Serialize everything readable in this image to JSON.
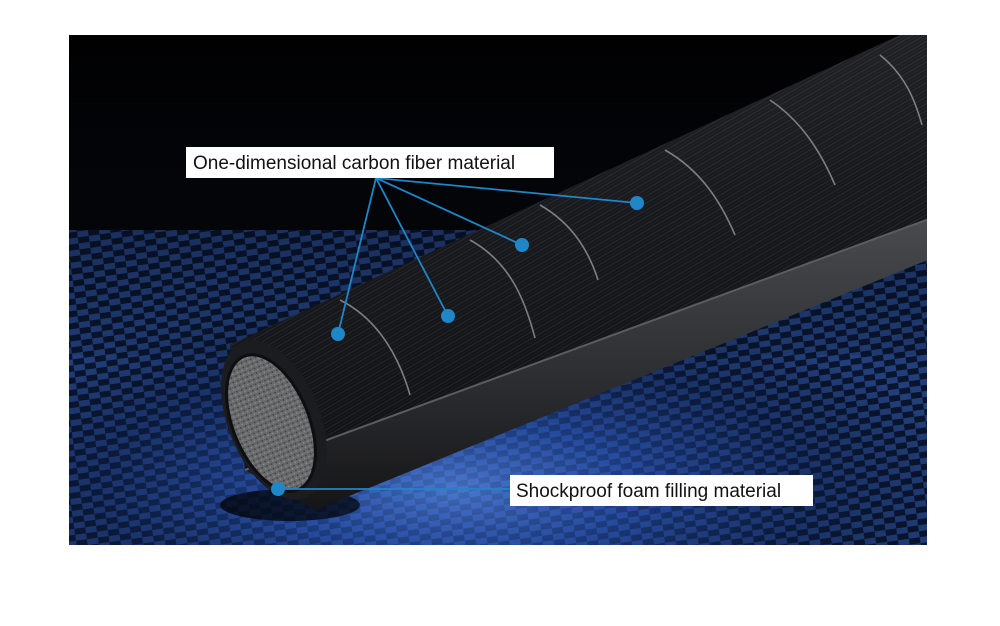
{
  "image": {
    "subject": "carbon-fiber-tube-cross-section",
    "background_color": "#ffffff",
    "scene_dark_color": "#05070c",
    "floor_glow_color": "#2b5fd0"
  },
  "callouts": {
    "top": {
      "label": "One-dimensional carbon fiber material",
      "marker_color": "#1f86c8"
    },
    "bottom": {
      "label": "Shockproof foam filling material",
      "marker_color": "#1f86c8"
    }
  }
}
